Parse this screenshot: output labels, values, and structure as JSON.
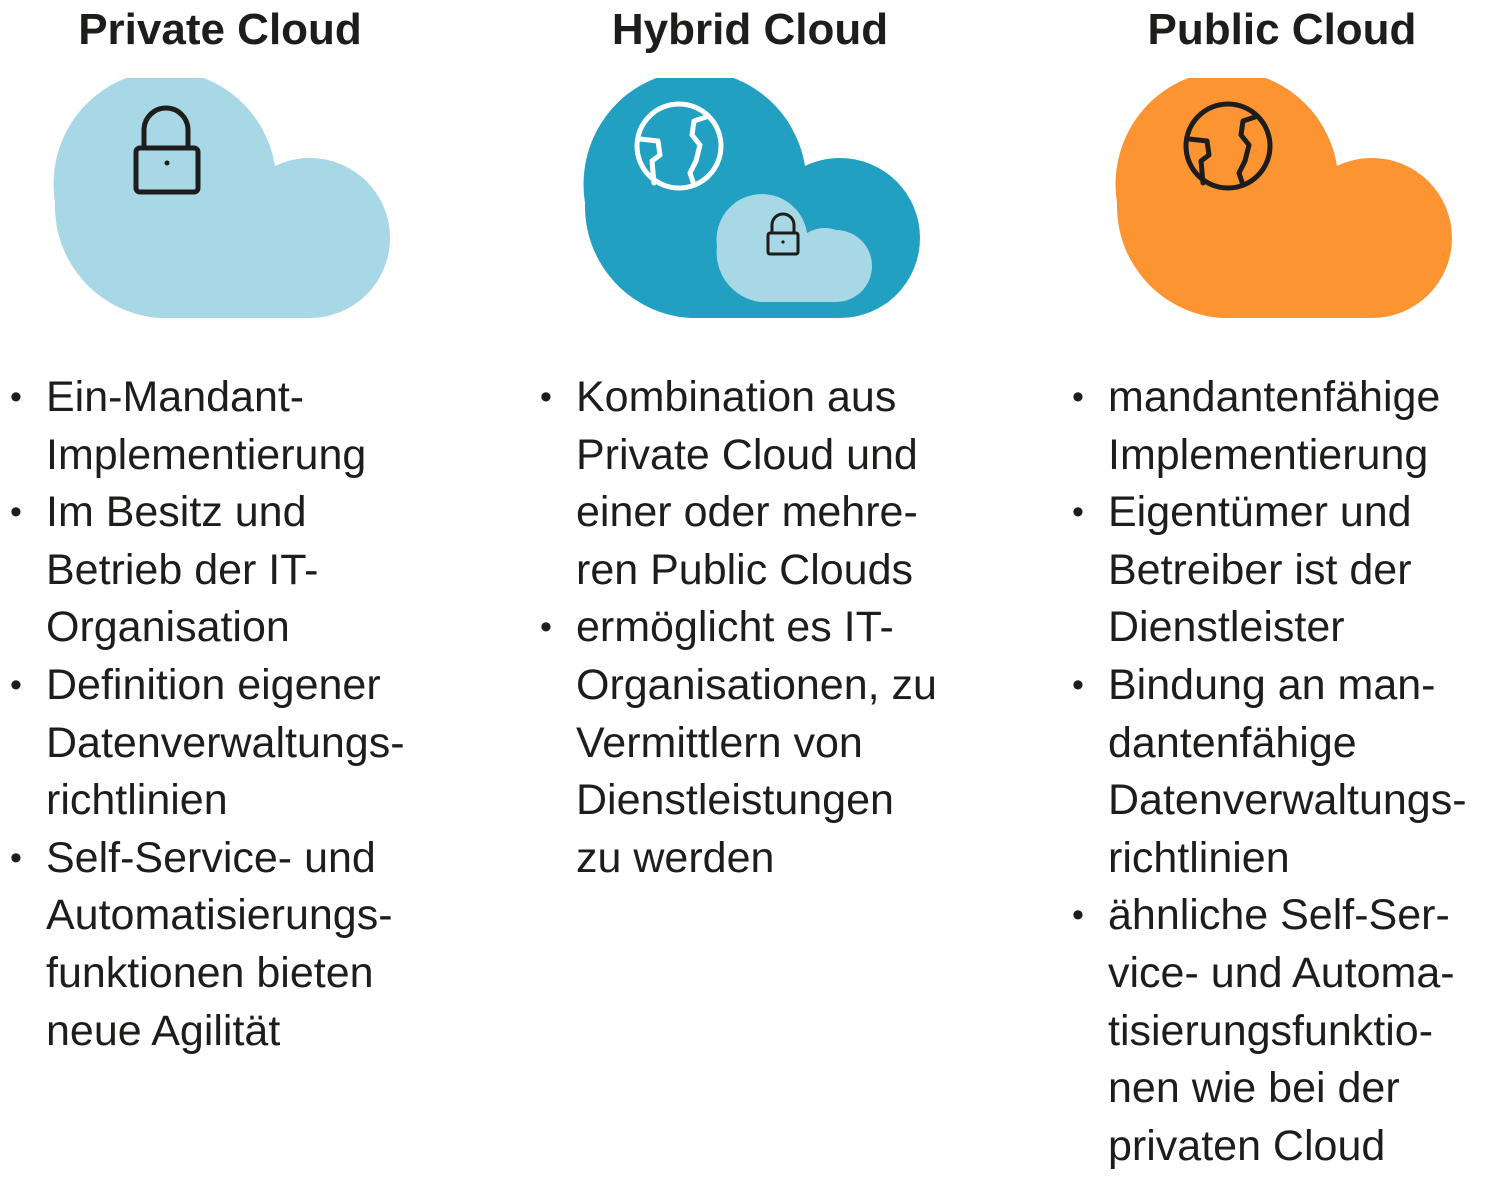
{
  "colors": {
    "private_cloud": "#a8d8e6",
    "hybrid_cloud": "#22a0c2",
    "public_cloud": "#fd9432",
    "icon_dark": "#1d1d1b",
    "icon_light": "#ffffff"
  },
  "columns": [
    {
      "title": "Private Cloud",
      "icon": "lock-icon",
      "bullets": [
        "Ein-Mandant-\nImplementierung",
        "Im Besitz und\nBetrieb der IT-\nOrganisation",
        "Definition eigener\nDatenverwaltungs-\nrichtlinien",
        "Self-Service- und\nAutomatisierungs-\nfunktionen bieten\nneue Agilität"
      ]
    },
    {
      "title": "Hybrid Cloud",
      "icon": "globe-icon",
      "bullets": [
        "Kombination aus\nPrivate Cloud und\neiner oder mehre-\nren Public Clouds",
        "ermöglicht es IT-\nOrganisationen, zu\nVermittlern von\nDienstleistungen\nzu werden"
      ]
    },
    {
      "title": "Public Cloud",
      "icon": "globe-icon",
      "bullets": [
        "mandantenfähige\nImplementierung",
        "Eigentümer und\nBetreiber ist der\nDienstleister",
        "Bindung an man-\ndantenfähige\nDatenverwaltungs-\nrichtlinien",
        "ähnliche Self-Ser-\nvice- und Automa-\ntisierungsfunktio-\nnen wie bei der\nprivaten Cloud"
      ]
    }
  ]
}
